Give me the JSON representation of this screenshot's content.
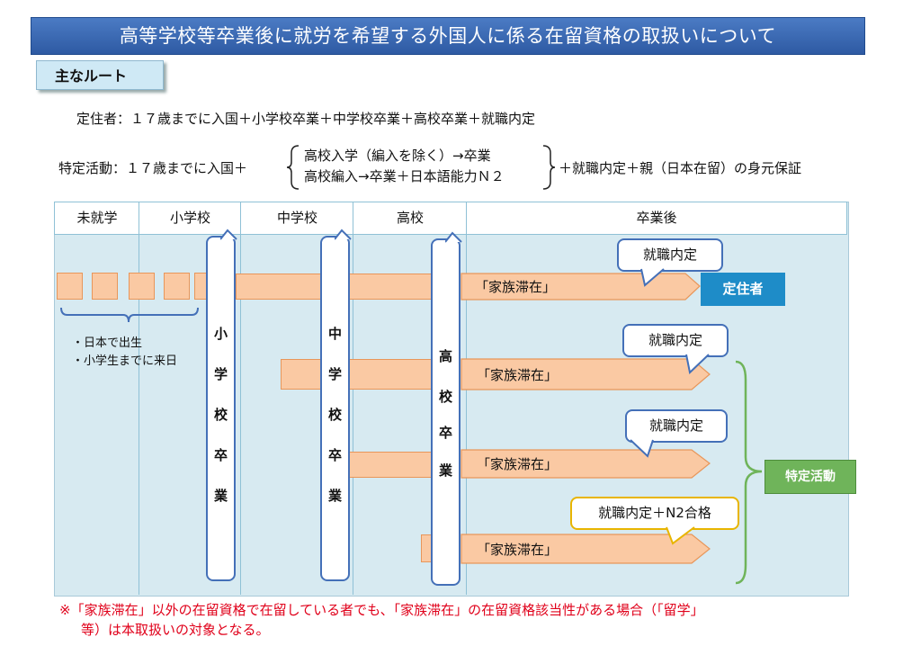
{
  "title": "高等学校等卒業後に就労を希望する外国人に係る在留資格の取扱いについて",
  "route_badge": "主なルート",
  "routes": {
    "teijusha": "定住者：１７歳までに入国＋小学校卒業＋中学校卒業＋高校卒業＋就職内定",
    "tokutei_prefix": "特定活動：１７歳までに入国＋",
    "tokutei_option1": "高校入学（編入を除く）→卒業",
    "tokutei_option2": "高校編入→卒業＋日本語能力Ｎ２",
    "tokutei_suffix": "＋就職内定＋親（日本在留）の身元保証"
  },
  "headers": [
    "未就学",
    "小学校",
    "中学校",
    "高校",
    "卒業後"
  ],
  "graduation": {
    "elementary": [
      "小",
      "学",
      "校",
      "卒",
      "業"
    ],
    "junior": [
      "中",
      "学",
      "校",
      "卒",
      "業"
    ],
    "high": [
      "高",
      "校",
      "卒",
      "業"
    ]
  },
  "bar_label": "「家族滞在」",
  "notes_left": [
    "・日本で出生",
    "・小学生までに来日"
  ],
  "callouts": {
    "c1": "就職内定",
    "c2": "就職内定",
    "c3": "就職内定",
    "c4": "就職内定＋N2合格"
  },
  "status": {
    "teijusha": "定住者",
    "tokutei": "特定活動"
  },
  "footnote": {
    "line1": "※「家族滞在」以外の在留資格で在留している者でも、「家族滞在」の在留資格該当性がある場合（「留学」",
    "line2": "等）は本取扱いの対象となる。"
  },
  "colors": {
    "title_bg": "#2e5aa3",
    "bar_fill": "#fac9a3",
    "teijusha_bg": "#1e8cc8",
    "tokutei_bg": "#6fb45a",
    "note_red": "#e0001a"
  }
}
